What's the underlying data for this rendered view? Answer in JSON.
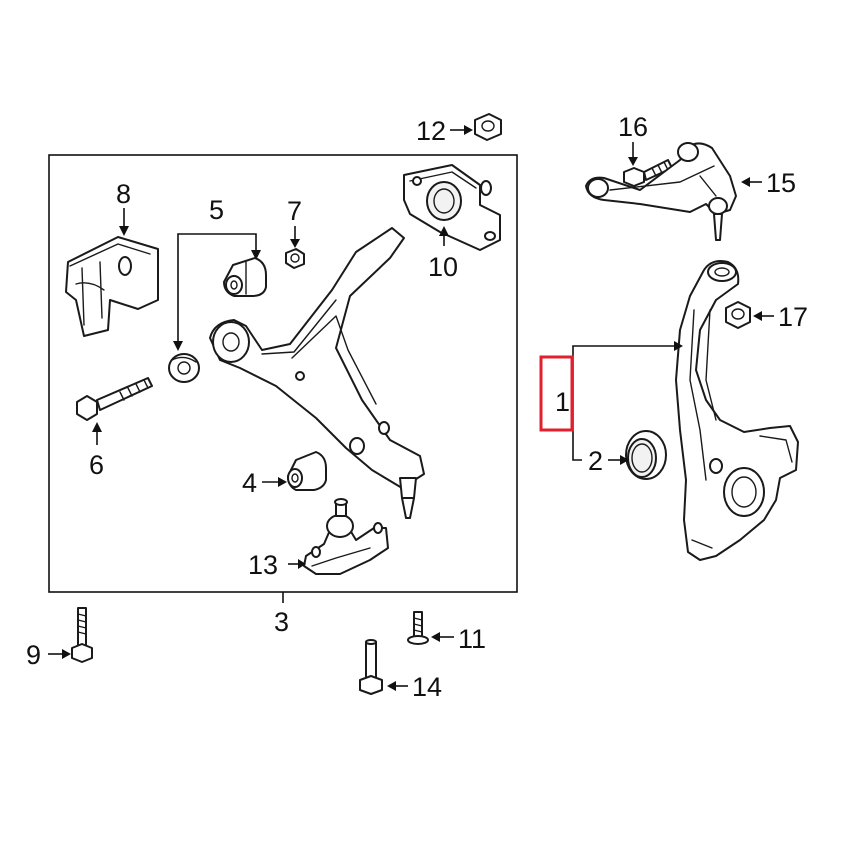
{
  "callouts": {
    "c1": "1",
    "c2": "2",
    "c3": "3",
    "c4": "4",
    "c5": "5",
    "c6": "6",
    "c7": "7",
    "c8": "8",
    "c9": "9",
    "c10": "10",
    "c11": "11",
    "c12": "12",
    "c13": "13",
    "c14": "14",
    "c15": "15",
    "c16": "16",
    "c17": "17"
  },
  "colors": {
    "line": "#1a1a1a",
    "background": "#ffffff",
    "highlight": "#e0202e"
  },
  "highlighted_callout": "1"
}
